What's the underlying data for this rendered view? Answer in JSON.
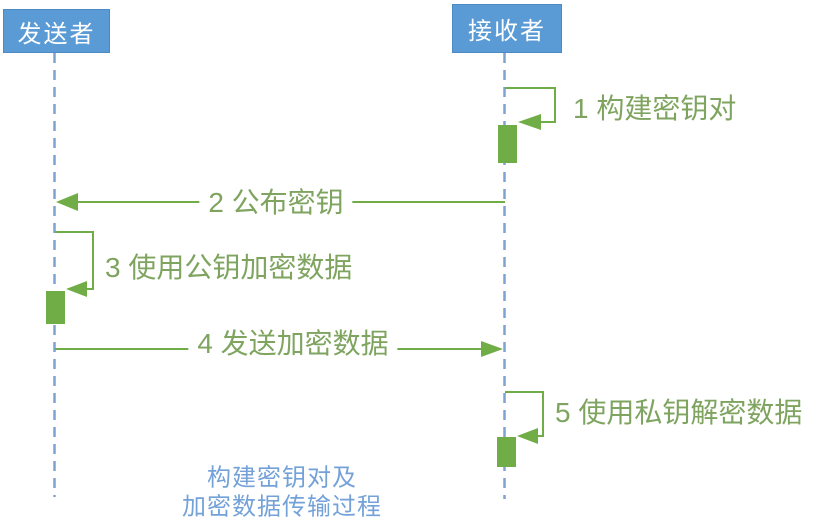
{
  "diagram": {
    "type": "sequence-diagram",
    "actors": [
      {
        "id": "sender",
        "label": "发送者"
      },
      {
        "id": "receiver",
        "label": "接收者"
      }
    ],
    "messages": [
      {
        "seq": "1",
        "label": "1 构建密钥对",
        "kind": "self-message",
        "on": "receiver"
      },
      {
        "seq": "2",
        "label": "2 公布密钥",
        "kind": "message",
        "from": "receiver",
        "to": "sender"
      },
      {
        "seq": "3",
        "label": "3 使用公钥加密数据",
        "kind": "self-message",
        "on": "sender"
      },
      {
        "seq": "4",
        "label": "4 发送加密数据",
        "kind": "message",
        "from": "sender",
        "to": "receiver"
      },
      {
        "seq": "5",
        "label": "5 使用私钥解密数据",
        "kind": "self-message",
        "on": "receiver"
      }
    ],
    "caption": {
      "line1": "构建密钥对及",
      "line2": "加密数据传输过程"
    },
    "colors": {
      "actor_fill": "#5B9BD5",
      "actor_text": "#FFFFFF",
      "lifeline_dash": "#7CA3D4",
      "flow_green": "#70AD47",
      "message_text": "#7EA45F",
      "caption_text": "#74A2D8"
    }
  }
}
